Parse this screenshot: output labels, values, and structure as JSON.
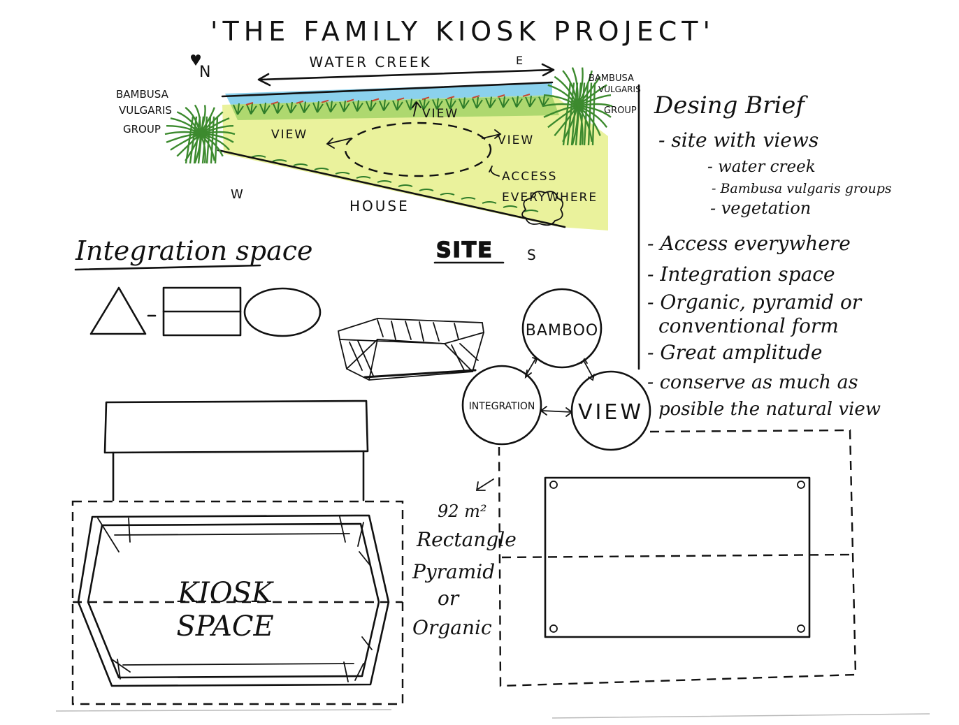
{
  "title": "'THE FAMILY KIOSK PROJECT'",
  "site": {
    "compass_north": "N",
    "compass_east": "E",
    "compass_west": "W",
    "compass_south": "S",
    "water_creek": "WATER CREEK",
    "bamboo_left": [
      "BAMBUSA",
      "VULGARIS",
      "GROUP"
    ],
    "bamboo_right": [
      "BAMBUSA",
      "VULGARIS",
      "GROUP"
    ],
    "view_left": "VIEW",
    "view_top": "VIEW",
    "view_right": "VIEW",
    "access": [
      "ACCESS",
      "EVERYWHERE"
    ],
    "house": "HOUSE",
    "site_label": "SITE"
  },
  "brief": {
    "heading": "Desing Brief",
    "lines": [
      "- site with views",
      "- water creek",
      "- Bambusa vulgaris groups",
      "- vegetation",
      "- Access everywhere",
      "- Integration space",
      "- Organic, pyramid or",
      "conventional form",
      "- Great amplitude",
      "- conserve as much as",
      "posible the natural view"
    ]
  },
  "integration_space": {
    "heading": "Integration space"
  },
  "concept": {
    "bamboo": "BAMBOO",
    "integration": "INTEGRATION",
    "view": "VIEW"
  },
  "kiosk": {
    "label": [
      "KIOSK",
      "SPACE"
    ],
    "area": "92 m²",
    "options": [
      "Rectangle",
      "Pyramid",
      "or",
      "Organic"
    ]
  },
  "colors": {
    "ink": "#111111",
    "water": "#6ec6e8",
    "grass_light": "#d9e84a",
    "grass": "#7cc24a",
    "grass_dark": "#2f7d2a",
    "bamboo": "#3c8a2e",
    "accent_red": "#c8452f"
  }
}
